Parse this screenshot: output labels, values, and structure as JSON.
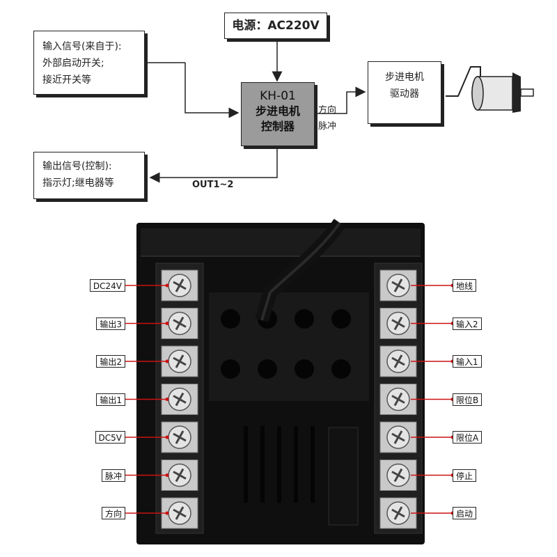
{
  "diagram": {
    "power_label": "电源：AC220V",
    "input_signal": [
      "输入信号(来自于):",
      "外部启动开关;",
      "接近开关等"
    ],
    "controller": {
      "model": "KH-01",
      "name_line1": "步进电机",
      "name_line2": "控制器"
    },
    "direction_label": "方向",
    "pulse_label": "脉冲",
    "driver": [
      "步进电机",
      "驱动器"
    ],
    "output_signal": [
      "输出信号(控制):",
      "指示灯;继电器等"
    ],
    "output_label": "OUT1~2"
  },
  "terminals": {
    "left": [
      "DC24V",
      "输出3",
      "输出2",
      "输出1",
      "DC5V",
      "脉冲",
      "方向"
    ],
    "right": [
      "地线",
      "输入2",
      "输入1",
      "限位B",
      "限位A",
      "停止",
      "启动"
    ]
  },
  "colors": {
    "wire": "#cc1111",
    "controller_fill": "#9b9b9b",
    "device_body": "#0f0f0f"
  }
}
